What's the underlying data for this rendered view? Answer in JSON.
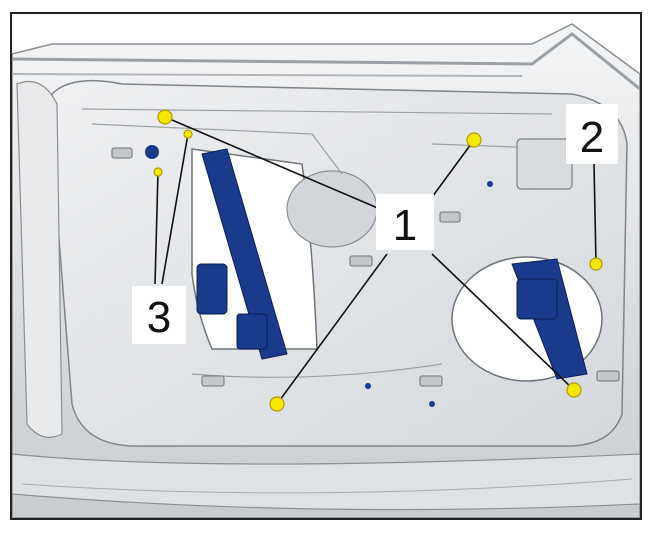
{
  "callouts": [
    {
      "id": "1",
      "label": "1"
    },
    {
      "id": "2",
      "label": "2"
    },
    {
      "id": "3",
      "label": "3"
    }
  ],
  "colors": {
    "panel": "#e4e6e8",
    "panel_shadow": "#c9cdd1",
    "regulator": "#1a3a8c",
    "marker": "#f5e800",
    "line": "#111111"
  }
}
